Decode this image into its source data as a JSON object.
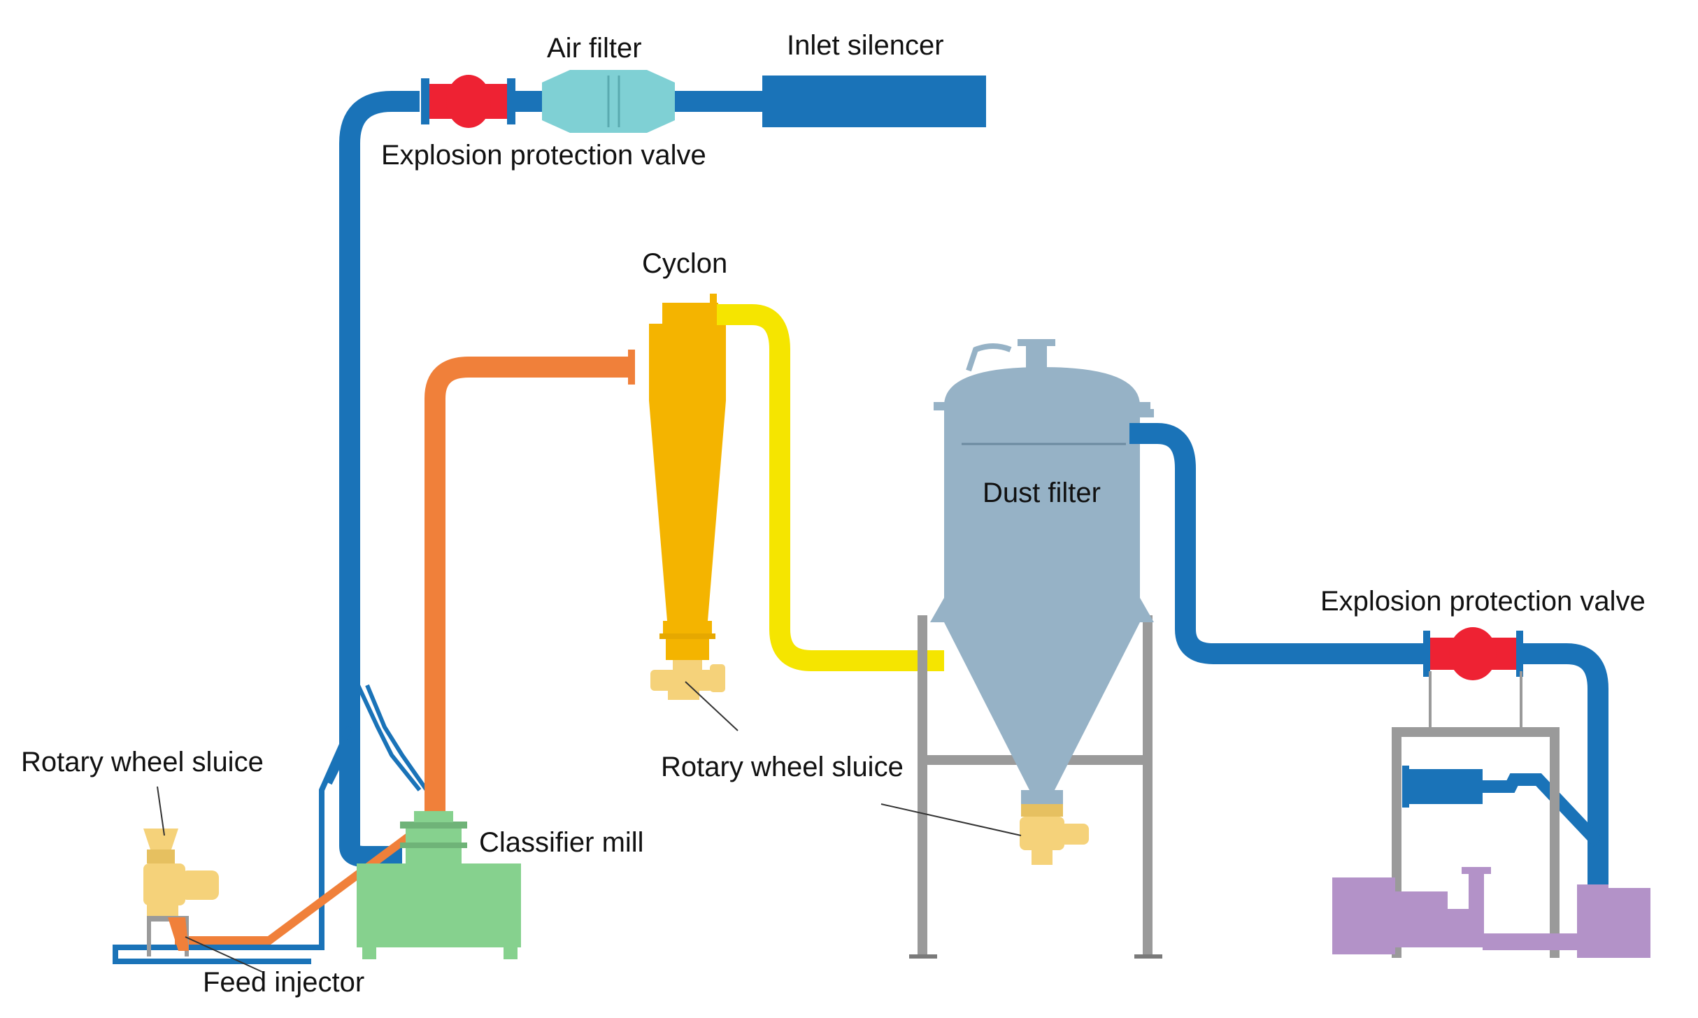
{
  "labels": {
    "air_filter": "Air filter",
    "inlet_silencer": "Inlet silencer",
    "explosion_valve_top": "Explosion protection valve",
    "cyclon": "Cyclon",
    "dust_filter": "Dust filter",
    "explosion_valve_right": "Explosion protection valve",
    "rotary_sluice_left": "Rotary wheel sluice",
    "rotary_sluice_mid": "Rotary wheel sluice",
    "classifier_mill": "Classifier mill",
    "feed_injector": "Feed injector"
  },
  "colors": {
    "air_pipe": "#1a73b8",
    "explosion_valve": "#ee2233",
    "air_filter": "#7fd0d4",
    "product_pipe": "#f0803a",
    "cyclone": "#f4b400",
    "cyclone_outlet_pipe": "#f5e500",
    "dust_filter": "#96b2c6",
    "classifier_mill": "#86d18e",
    "sluice": "#f5d27a",
    "blower": "#b392c8",
    "frame": "#9a9a9a"
  }
}
